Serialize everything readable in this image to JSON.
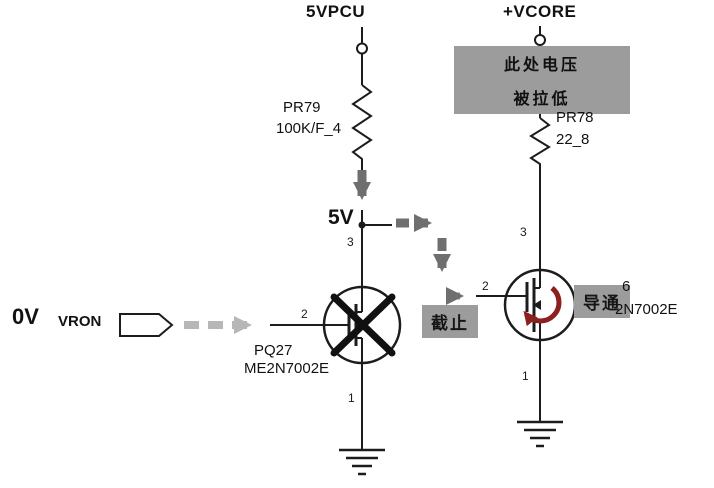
{
  "nets": {
    "vcc_left": "5VPCU",
    "vcc_right": "+VCORE",
    "v5": "5V",
    "v0": "0V",
    "vron": "VRON"
  },
  "components": {
    "pr79": {
      "ref": "PR79",
      "value": "100K/F_4"
    },
    "pr78": {
      "ref": "PR78",
      "value": "22_8"
    },
    "pq27": {
      "ref": "PQ27",
      "part": "ME2N7002E"
    },
    "pq26": {
      "ref_fragment": "6",
      "part_fragment": "2N7002E"
    }
  },
  "annotations": {
    "note_line1": "此处电压",
    "note_line2": "被拉低",
    "state_off": "截止",
    "state_on": "导通"
  },
  "pins": {
    "q1_drain": "3",
    "q1_gate": "2",
    "q1_source": "1",
    "q2_drain": "3",
    "q2_gate": "2",
    "q2_source": "1"
  },
  "colors": {
    "wire": "#1c1c1c",
    "gray_box": "#9c9c9c",
    "arrow_dark": "#6f6f6f",
    "arrow_light": "#b7b7b7",
    "flow_arrow": "#8e1f1f"
  }
}
